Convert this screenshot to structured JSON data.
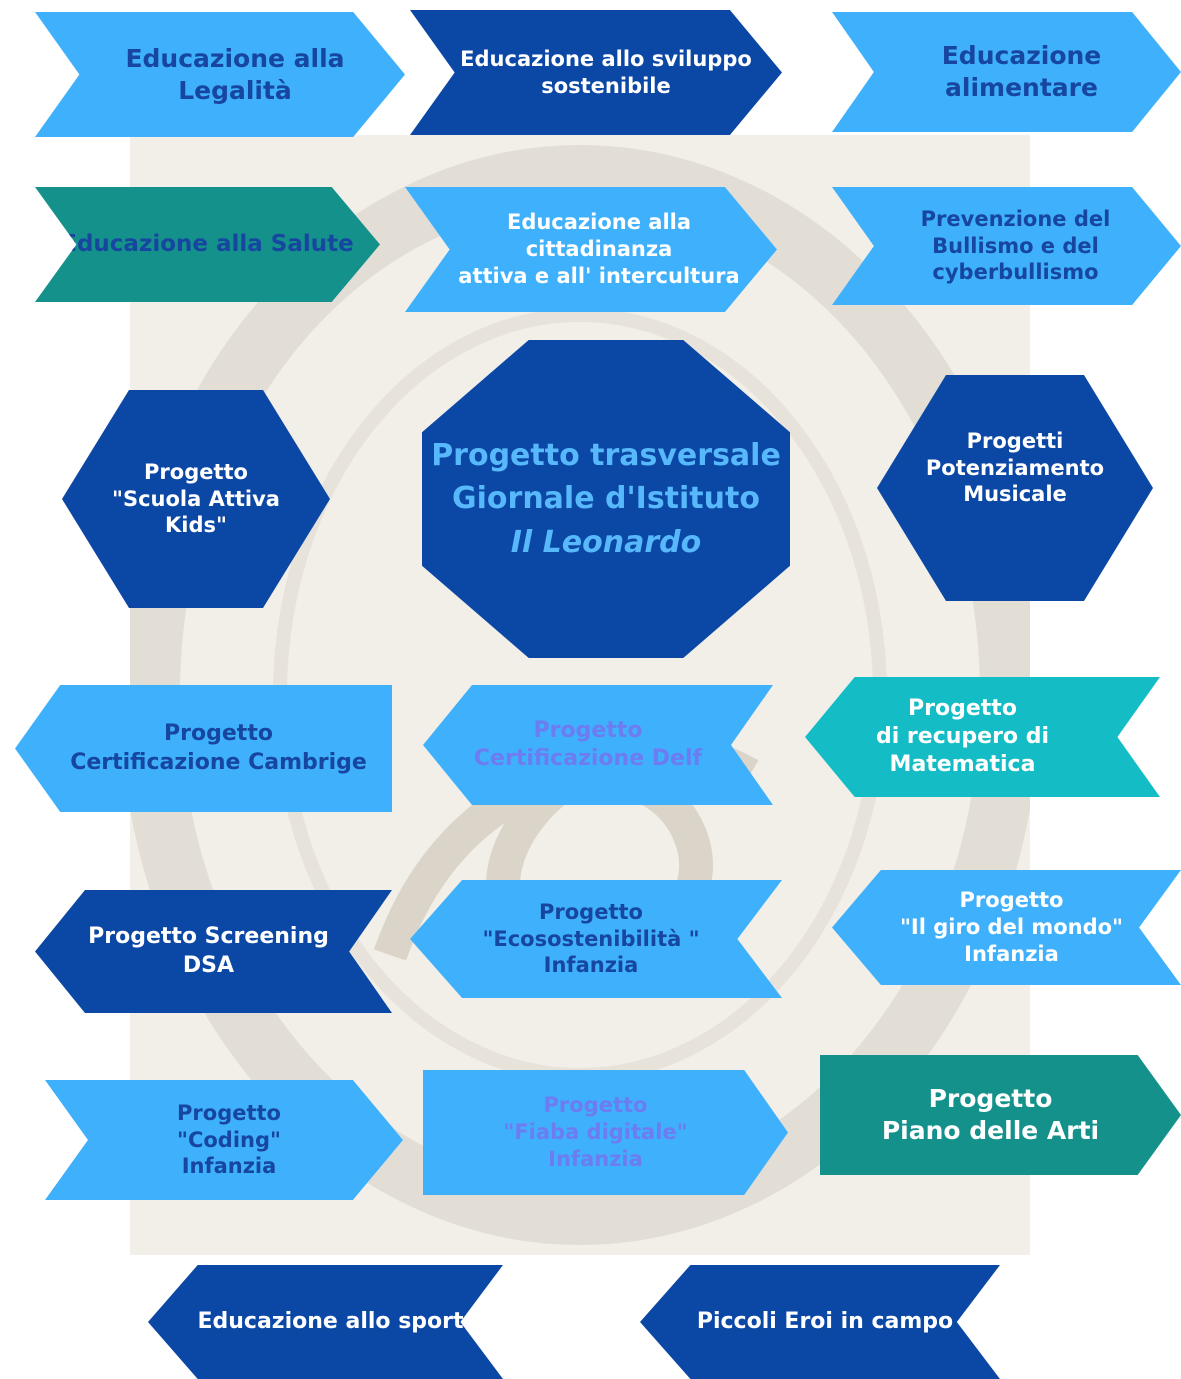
{
  "colors": {
    "light_blue": "#3fb0fb",
    "dark_blue": "#0b47a5",
    "teal": "#14918b",
    "cyan": "#14bdc6",
    "dark_text": "#1646a0",
    "white_text": "#ffffff",
    "purple_text": "#6d7cf0"
  },
  "shapes": {
    "legalita": [
      "Educazione alla",
      "Legalità"
    ],
    "sviluppo": [
      "Educazione allo sviluppo",
      "sostenibile"
    ],
    "alimentare": [
      "Educazione",
      "alimentare"
    ],
    "salute": [
      "Educazione alla Salute"
    ],
    "cittadinanza": [
      "Educazione alla",
      "cittadinanza",
      "attiva e all' intercultura"
    ],
    "bullismo": [
      "Prevenzione del",
      "Bullismo e del",
      "cyberbullismo"
    ],
    "scuola_attiva": [
      "Progetto",
      "\"Scuola Attiva",
      "Kids\""
    ],
    "giornale": [
      "Progetto trasversale",
      "Giornale d'Istituto",
      "Il Leonardo"
    ],
    "musicale": [
      "Progetti",
      "Potenziamento",
      "Musicale"
    ],
    "cambrige": [
      "Progetto",
      "Certificazione Cambrige"
    ],
    "delf": [
      "Progetto",
      "Certificazione Delf"
    ],
    "matematica": [
      "Progetto",
      "di recupero di",
      "Matematica"
    ],
    "screening": [
      "Progetto Screening",
      "DSA"
    ],
    "ecosostenibilita": [
      "Progetto",
      "\"Ecosostenibilità \"",
      "Infanzia"
    ],
    "giro_mondo": [
      "Progetto",
      "\"Il giro del mondo\"",
      "Infanzia"
    ],
    "coding": [
      "Progetto",
      "\"Coding\"",
      "Infanzia"
    ],
    "fiaba": [
      "Progetto",
      "\"Fiaba digitale\"",
      "Infanzia"
    ],
    "piano_arti": [
      "Progetto",
      "Piano delle Arti"
    ],
    "sport": [
      "Educazione allo sport"
    ],
    "piccoli_eroi": [
      "Piccoli Eroi in campo"
    ]
  }
}
